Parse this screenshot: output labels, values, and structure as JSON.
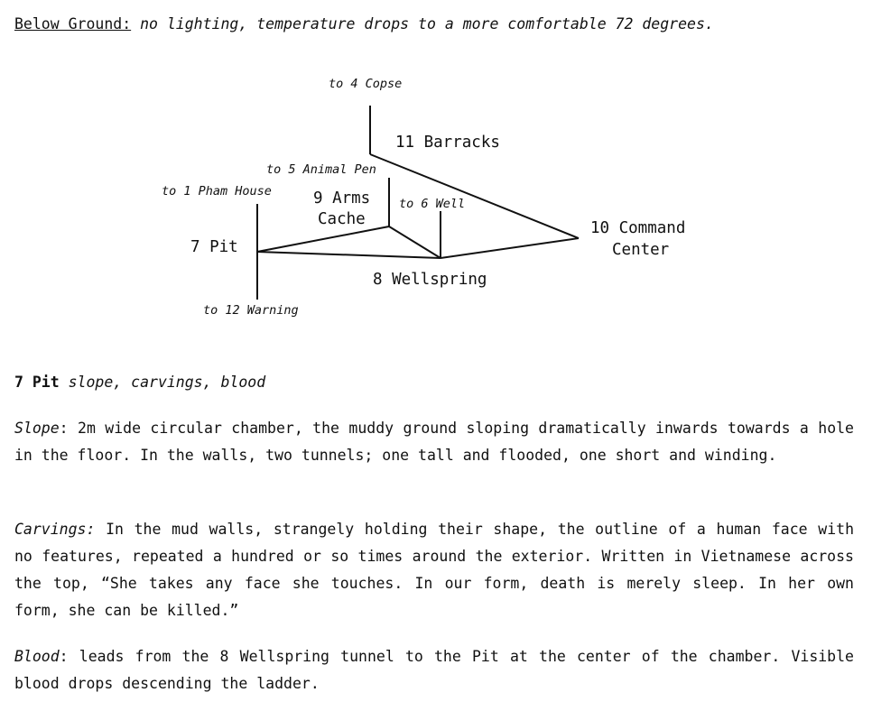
{
  "intro": {
    "label": "Below Ground:",
    "text": " no lighting, temperature drops to a more comfortable 72 degrees."
  },
  "map": {
    "rooms": {
      "pit": "7 Pit",
      "wellspring": "8 Wellspring",
      "arms_line1": "9 Arms",
      "arms_line2": "Cache",
      "command_line1": "10 Command",
      "command_line2": "Center",
      "barracks": "11 Barracks"
    },
    "exits": {
      "copse": "to 4 Copse",
      "animal_pen": "to 5 Animal Pen",
      "well": "to 6 Well",
      "pham_house": "to 1 Pham House",
      "warning": "to 12 Warning"
    }
  },
  "entry": {
    "title": "7 Pit",
    "keywords": " slope, carvings, blood"
  },
  "paragraphs": {
    "slope": {
      "term": "Slope",
      "text": ": 2m wide circular chamber, the muddy ground sloping dramatically inwards towards a hole in the floor. In the walls, two tunnels; one tall and flooded, one short and winding."
    },
    "carvings": {
      "term": "Carvings:",
      "text": " In the mud walls, strangely holding their shape, the outline of a human face with no features, repeated a hundred or so times around the exterior. Written in Vietnamese across the top, “She takes any face she touches. In our form, death is merely sleep. In her own form, she can be killed.”"
    },
    "blood": {
      "term": "Blood",
      "text": ": leads from the 8 Wellspring tunnel to the Pit at the center of the chamber. Visible blood drops descending the ladder."
    }
  }
}
